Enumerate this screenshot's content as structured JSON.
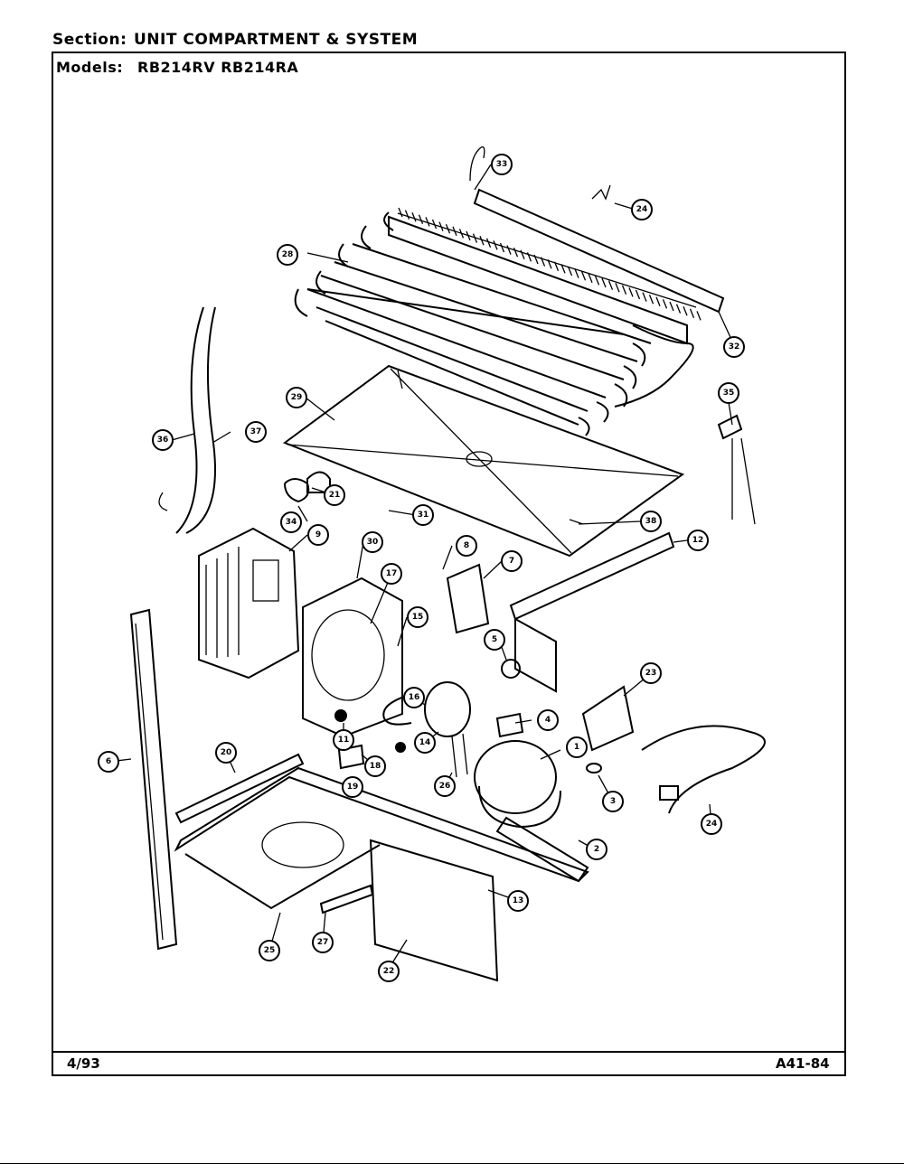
{
  "header": {
    "section_label": "Section:",
    "section_value": "UNIT COMPARTMENT & SYSTEM",
    "models_label": "Models:",
    "models_value": "RB214RV RB214RA"
  },
  "footer": {
    "date": "4/93",
    "page_code": "A41-84"
  },
  "callouts": [
    {
      "id": "c1",
      "label": "1"
    },
    {
      "id": "c2",
      "label": "2"
    },
    {
      "id": "c3",
      "label": "3"
    },
    {
      "id": "c4",
      "label": "4"
    },
    {
      "id": "c5",
      "label": "5"
    },
    {
      "id": "c6",
      "label": "6"
    },
    {
      "id": "c7",
      "label": "7"
    },
    {
      "id": "c8",
      "label": "8"
    },
    {
      "id": "c9",
      "label": "9"
    },
    {
      "id": "c11",
      "label": "11"
    },
    {
      "id": "c12",
      "label": "12"
    },
    {
      "id": "c13",
      "label": "13"
    },
    {
      "id": "c14",
      "label": "14"
    },
    {
      "id": "c15",
      "label": "15"
    },
    {
      "id": "c16",
      "label": "16"
    },
    {
      "id": "c17",
      "label": "17"
    },
    {
      "id": "c18",
      "label": "18"
    },
    {
      "id": "c19",
      "label": "19"
    },
    {
      "id": "c20",
      "label": "20"
    },
    {
      "id": "c21",
      "label": "21"
    },
    {
      "id": "c22",
      "label": "22"
    },
    {
      "id": "c23",
      "label": "23"
    },
    {
      "id": "c24a",
      "label": "24"
    },
    {
      "id": "c24b",
      "label": "24"
    },
    {
      "id": "c25",
      "label": "25"
    },
    {
      "id": "c26",
      "label": "26"
    },
    {
      "id": "c27",
      "label": "27"
    },
    {
      "id": "c28",
      "label": "28"
    },
    {
      "id": "c29",
      "label": "29"
    },
    {
      "id": "c30",
      "label": "30"
    },
    {
      "id": "c31",
      "label": "31"
    },
    {
      "id": "c32",
      "label": "32"
    },
    {
      "id": "c33",
      "label": "33"
    },
    {
      "id": "c34",
      "label": "34"
    },
    {
      "id": "c35",
      "label": "35"
    },
    {
      "id": "c36",
      "label": "36"
    },
    {
      "id": "c37",
      "label": "37"
    },
    {
      "id": "c38",
      "label": "38"
    }
  ]
}
